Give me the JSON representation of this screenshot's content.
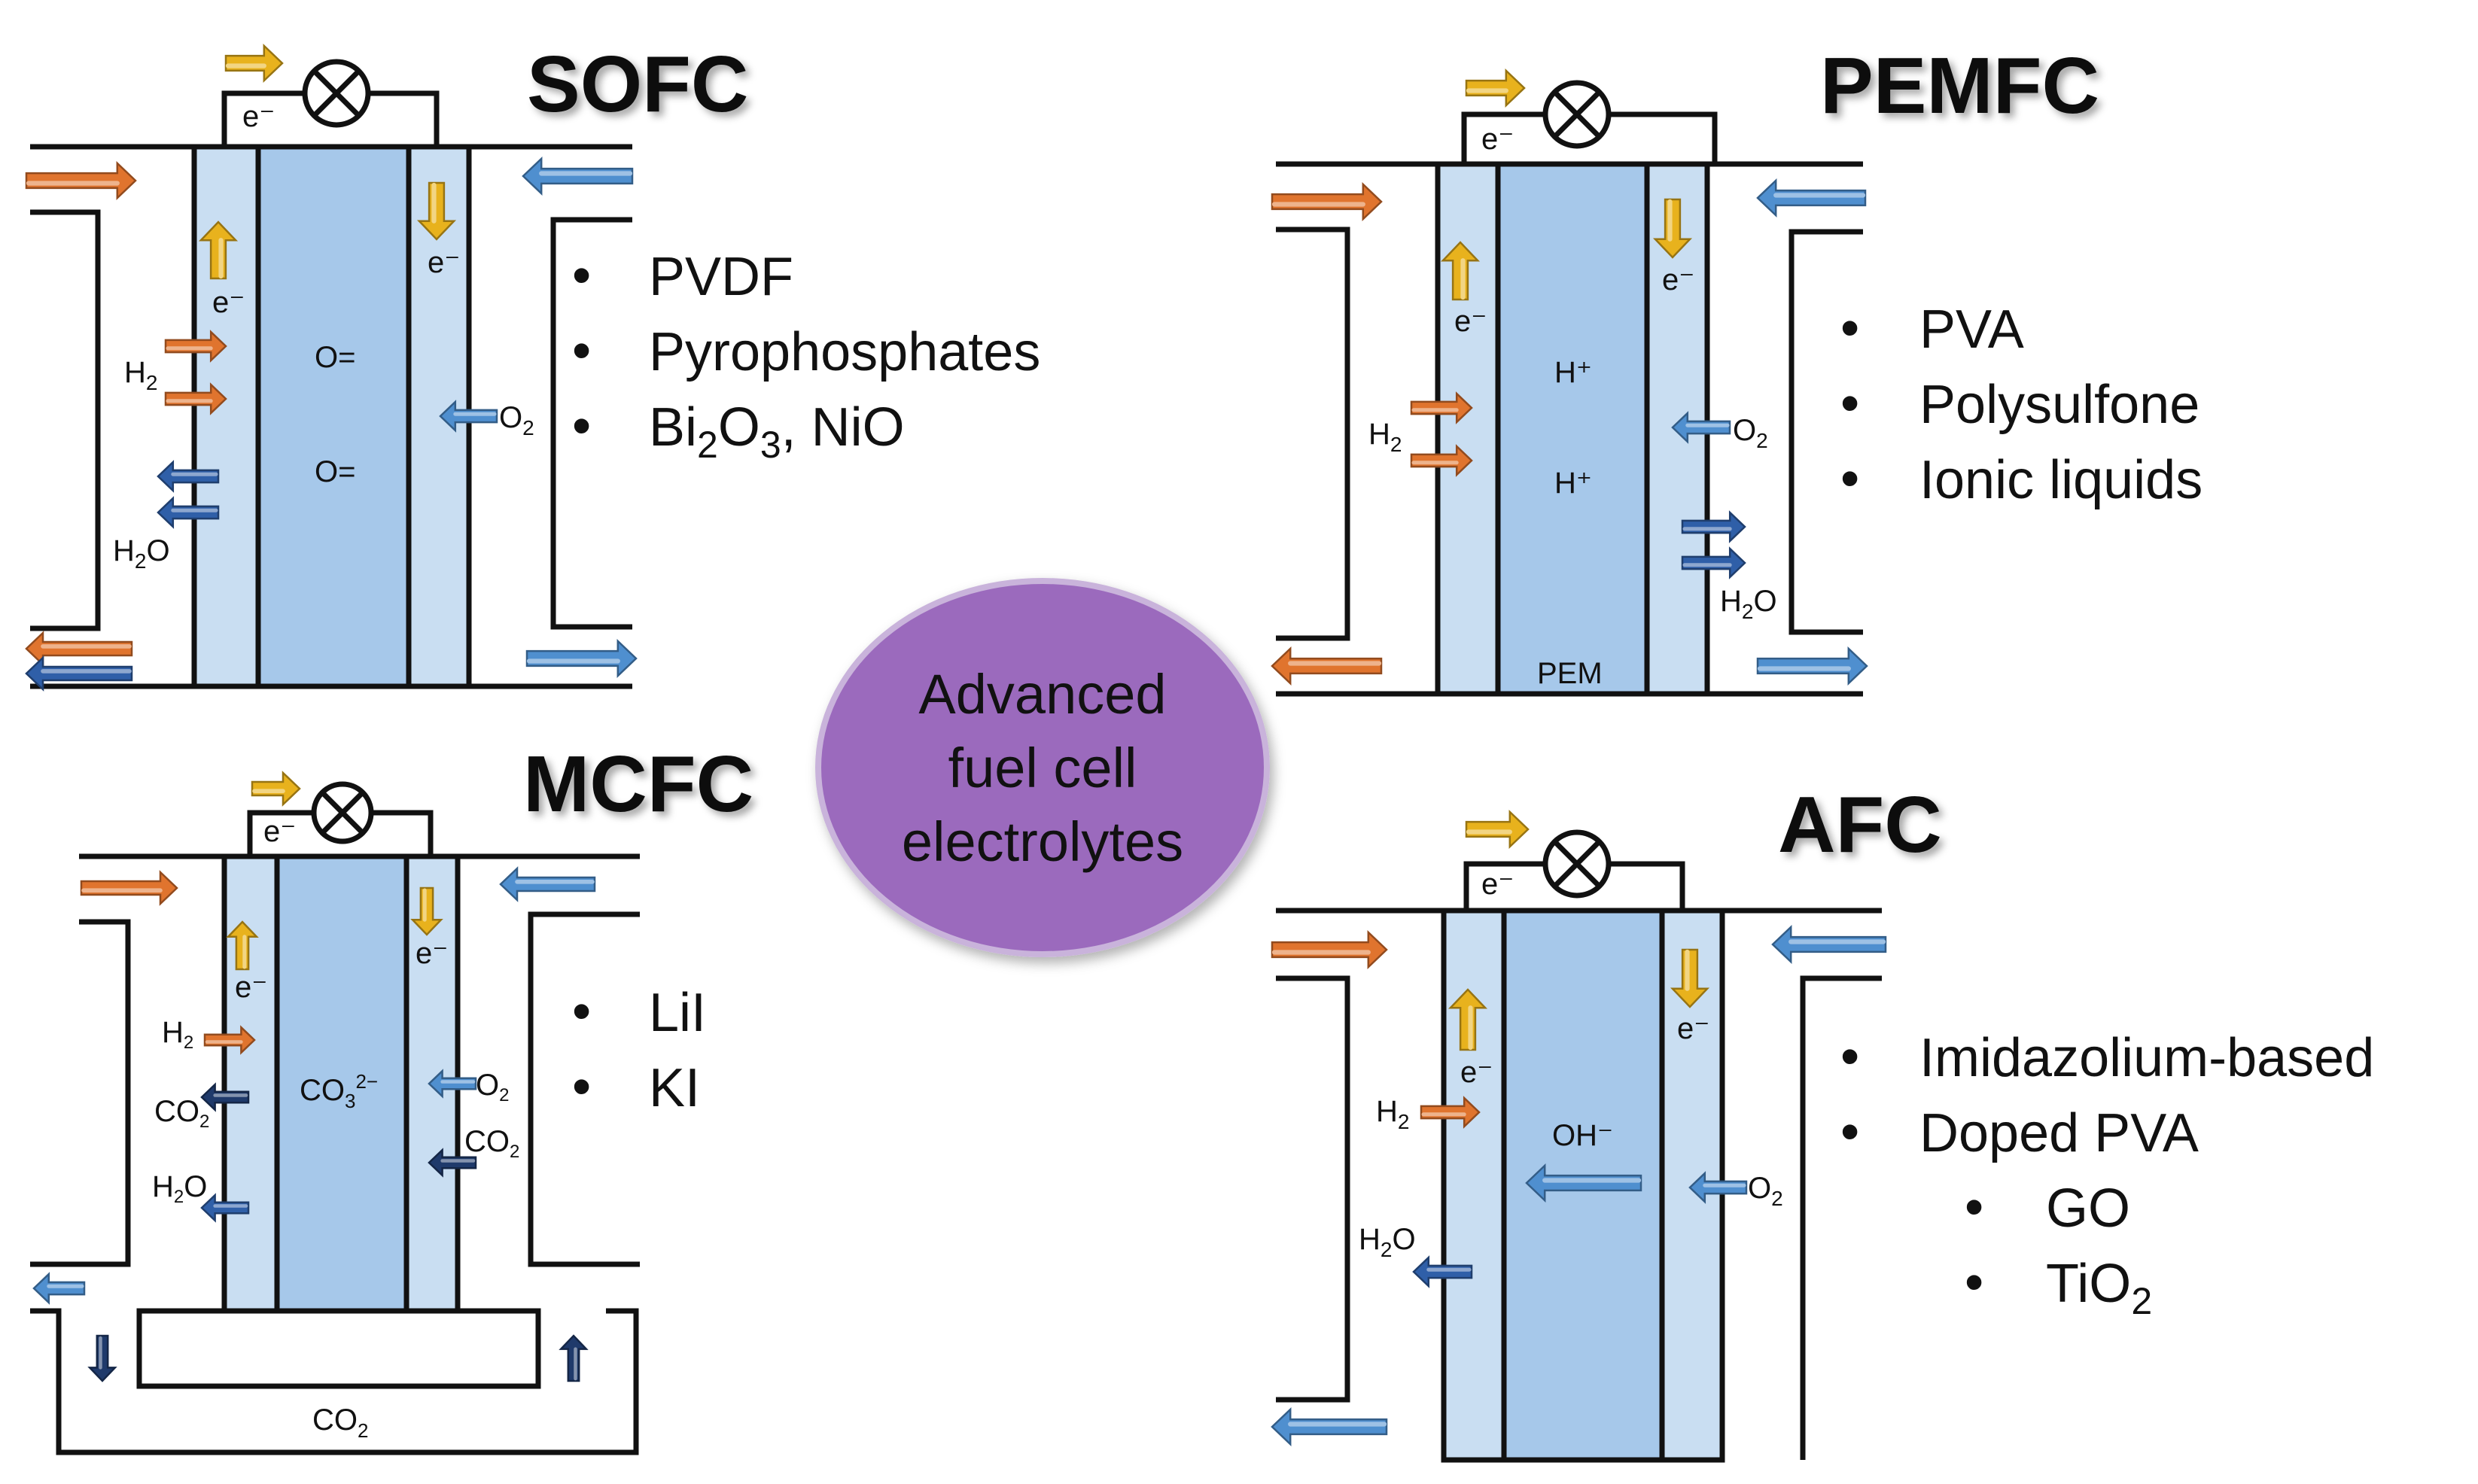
{
  "center": {
    "line1": "Advanced",
    "line2": "fuel cell",
    "line3": "electrolytes",
    "fill": "#9b6bbd"
  },
  "colors": {
    "electrode": "#c9def2",
    "electrolyte": "#a6c8ea",
    "fuel_arrow": "#e0742e",
    "oxidant_arrow": "#4f8fcf",
    "water_arrow": "#2f5fa8",
    "electron_arrow": "#e8b21d",
    "co2_arrow": "#1f3a6b"
  },
  "electron": "e⁻",
  "sofc": {
    "title": "SOFC",
    "ion1": "O=",
    "ion2": "O=",
    "h2": "H",
    "h2_sub": "2",
    "o2": "O",
    "o2_sub": "2",
    "h2o_a": "H",
    "h2o_sub": "2",
    "h2o_b": "O",
    "materials": [
      "PVDF",
      "Pyrophosphates"
    ],
    "mat3_a": "Bi",
    "mat3_s1": "2",
    "mat3_b": "O",
    "mat3_s2": "3",
    "mat3_c": ", NiO"
  },
  "pemfc": {
    "title": "PEMFC",
    "ion1": "H⁺",
    "ion2": "H⁺",
    "membrane": "PEM",
    "h2": "H",
    "h2_sub": "2",
    "o2": "O",
    "o2_sub": "2",
    "h2o_a": "H",
    "h2o_sub": "2",
    "h2o_b": "O",
    "materials": [
      "PVA",
      "Polysulfone",
      "Ionic liquids"
    ]
  },
  "mcfc": {
    "title": "MCFC",
    "ion_a": "CO",
    "ion_sub": "3",
    "ion_sup": "2−",
    "h2": "H",
    "h2_sub": "2",
    "co2_left_a": "CO",
    "co2_left_sub": "2",
    "h2o_a": "H",
    "h2o_sub": "2",
    "h2o_b": "O",
    "o2": "O",
    "o2_sub": "2",
    "co2_right_a": "CO",
    "co2_right_sub": "2",
    "co2_bottom_a": "CO",
    "co2_bottom_sub": "2",
    "materials": [
      "LiI",
      "KI"
    ]
  },
  "afc": {
    "title": "AFC",
    "ion": "OH⁻",
    "h2": "H",
    "h2_sub": "2",
    "h2o_a": "H",
    "h2o_sub": "2",
    "h2o_b": "O",
    "o2": "O",
    "o2_sub": "2",
    "materials": [
      "Imidazolium-based",
      "Doped PVA"
    ],
    "sub1": "GO",
    "sub2_a": "TiO",
    "sub2_s": "2"
  }
}
